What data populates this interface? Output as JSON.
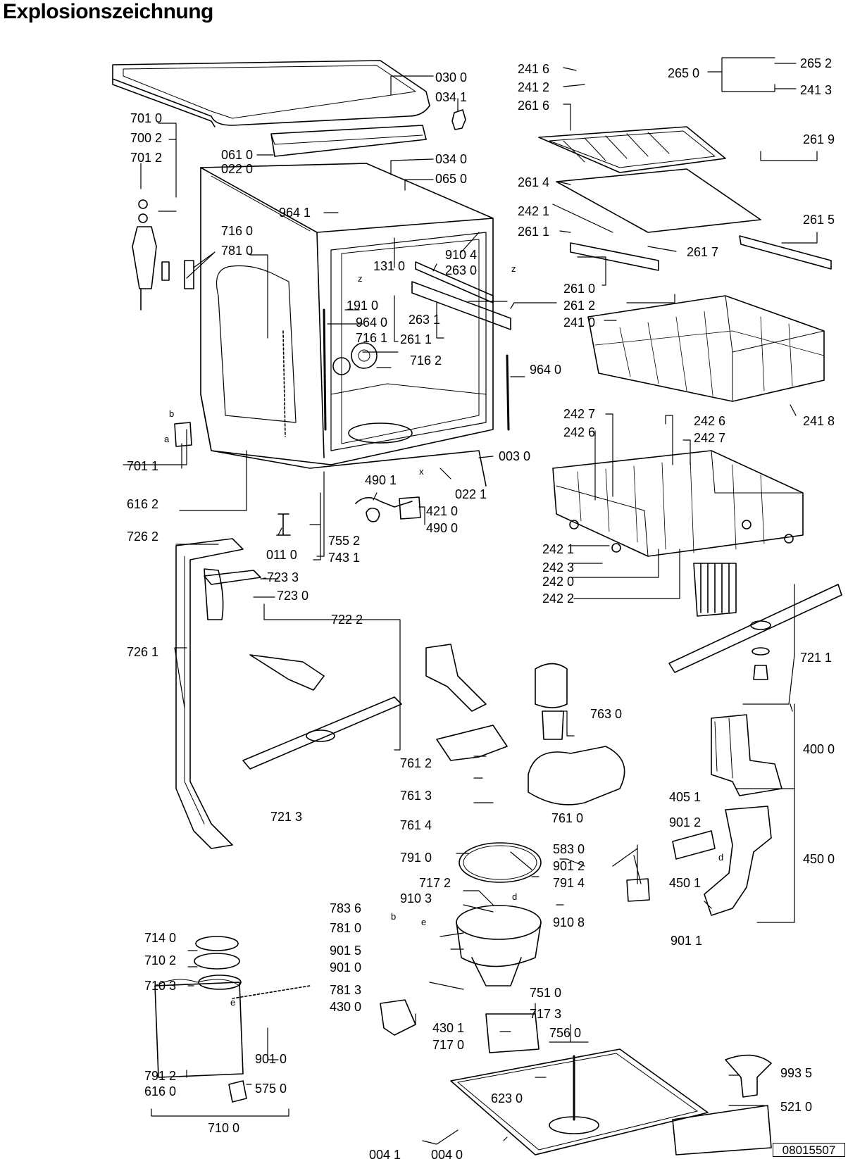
{
  "title": "Explosionszeichnung",
  "document_number": "08015507",
  "labels": {
    "l0300": "030 0",
    "l0341": "034 1",
    "l0610": "061 0",
    "l0220": "022 0",
    "l0340": "034 0",
    "l0650": "065 0",
    "l9641": "964 1",
    "l7010": "701 0",
    "l7002": "700 2",
    "l7012": "701 2",
    "l7160": "716 0",
    "l7810a": "781 0",
    "l1310": "131 0",
    "l9104": "910 4",
    "l2630": "263 0",
    "l1910": "191 0",
    "l9640a": "964 0",
    "l7161": "716 1",
    "l2611a": "261 1",
    "l2631": "263 1",
    "l7162": "716 2",
    "l9640b": "964 0",
    "l0030": "003 0",
    "l0221": "022 1",
    "l7011": "701 1",
    "l6162": "616 2",
    "l4901": "490 1",
    "l4210": "421 0",
    "l4900": "490 0",
    "l7262": "726 2",
    "l0110": "011 0",
    "l7552": "755 2",
    "l7431": "743 1",
    "l7233": "-723 3",
    "l7230": "723 0",
    "l7222": "722 2",
    "l7261": "726 1",
    "l2416": "241 6",
    "l2412": "241 2",
    "l2616": "261 6",
    "l2650": "265 0",
    "l2652": "265 2",
    "l2413": "241 3",
    "l2619": "261 9",
    "l2614": "261 4",
    "l2421a": "242 1",
    "l2611b": "261 1",
    "l2615": "261 5",
    "l2617": "261 7",
    "l2610": "261 0",
    "l2612": "261 2",
    "l2410": "241 0",
    "l2418": "241 8",
    "l2427a": "242 7",
    "l2426a": "242 6",
    "l2426b": "242 6",
    "l2427b": "242 7",
    "l2421b": "242 1",
    "l2423": "242 3",
    "l2420": "242 0",
    "l2422": "242 2",
    "l7211": "721 1",
    "l7630": "763 0",
    "l4000": "400 0",
    "l7612": "761 2",
    "l7613": "761 3",
    "l7610": "761 0",
    "l7614": "761 4",
    "l4051": "405 1",
    "l9012a": "901 2",
    "l4500": "450 0",
    "l7213": "721 3",
    "l5830": "583 0",
    "l9012b": "901 2",
    "l7910": "791 0",
    "l4501": "450 1",
    "l7914": "791 4",
    "l7172": "717 2",
    "l9103": "910 3",
    "l9108": "910 8",
    "l7836": "783 6",
    "l7810b": "781 0",
    "l9011": "901 1",
    "l7140": "714 0",
    "l9015": "901 5",
    "l7102": "710 2",
    "l9010a": "901 0",
    "l7103": "710 3",
    "l7813": "781 3",
    "l7510": "751 0",
    "l4300": "430 0",
    "l7173": "717 3",
    "l4301": "430 1",
    "l7560": "756 0",
    "l7170": "717 0",
    "l9010b": "901 0",
    "l7912": "791 2",
    "l6160": "616 0",
    "l5750": "575 0",
    "l6230": "623 0",
    "l9935": "993 5",
    "l5210": "521 0",
    "l7100": "710 0",
    "l0041": "004 1",
    "l0040": "004 0"
  },
  "markers": {
    "z1": "z",
    "z2": "z",
    "x1": "x",
    "a1": "a",
    "b1": "b",
    "b2": "b",
    "d1": "d",
    "d2": "d",
    "e1": "e",
    "e2": "e"
  }
}
